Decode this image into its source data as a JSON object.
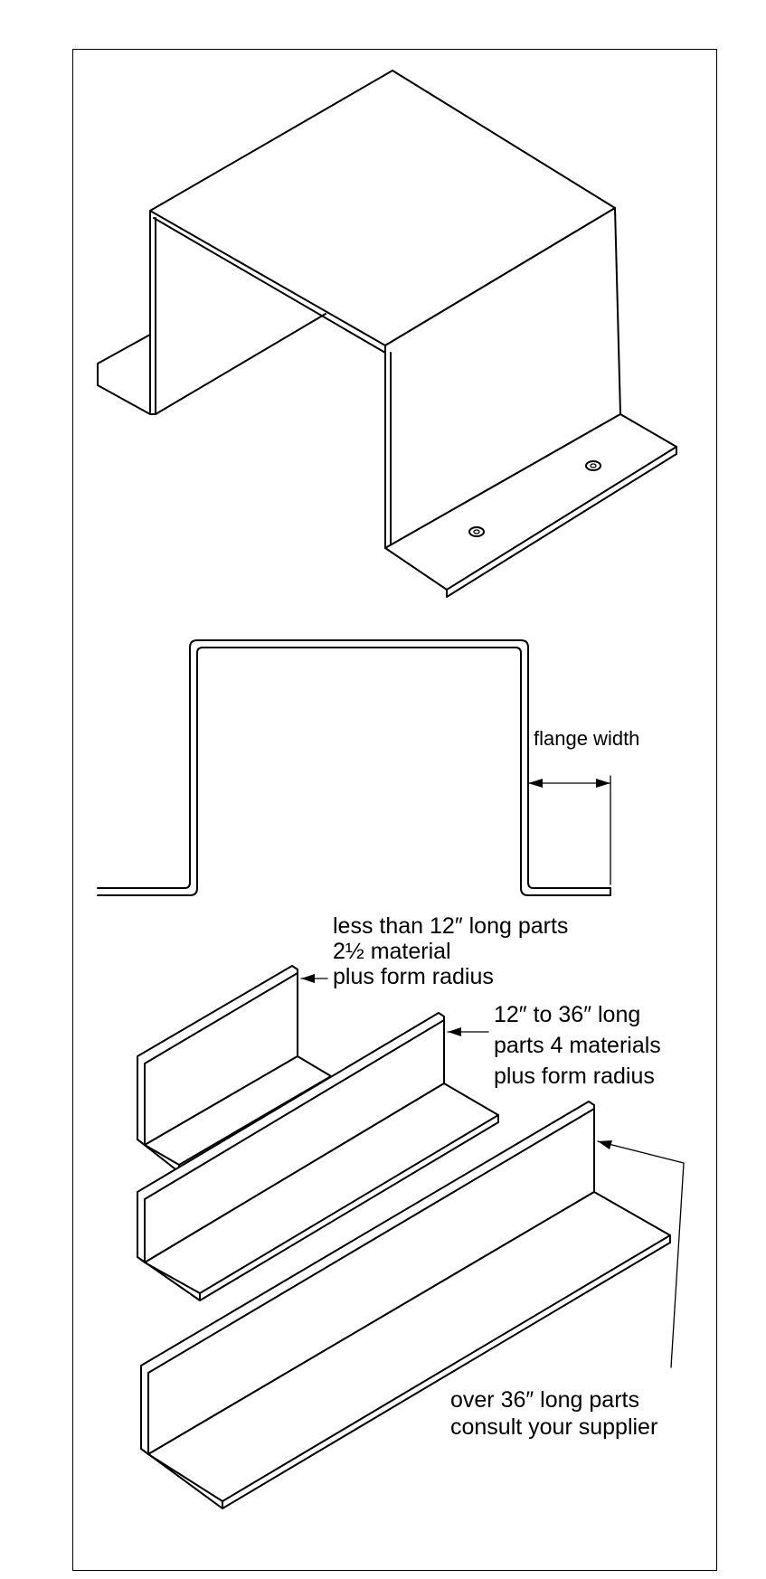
{
  "labels": {
    "flange_width": "flange width",
    "short_parts_line1": "less than 12″ long parts",
    "short_parts_line2": "2½ material",
    "short_parts_line3": "plus form radius",
    "mid_parts_line1": "12″ to 36″ long",
    "mid_parts_line2": "parts 4 materials",
    "mid_parts_line3": "plus  form radius",
    "long_parts_line1": "over 36″ long parts",
    "long_parts_line2": "consult your supplier"
  }
}
